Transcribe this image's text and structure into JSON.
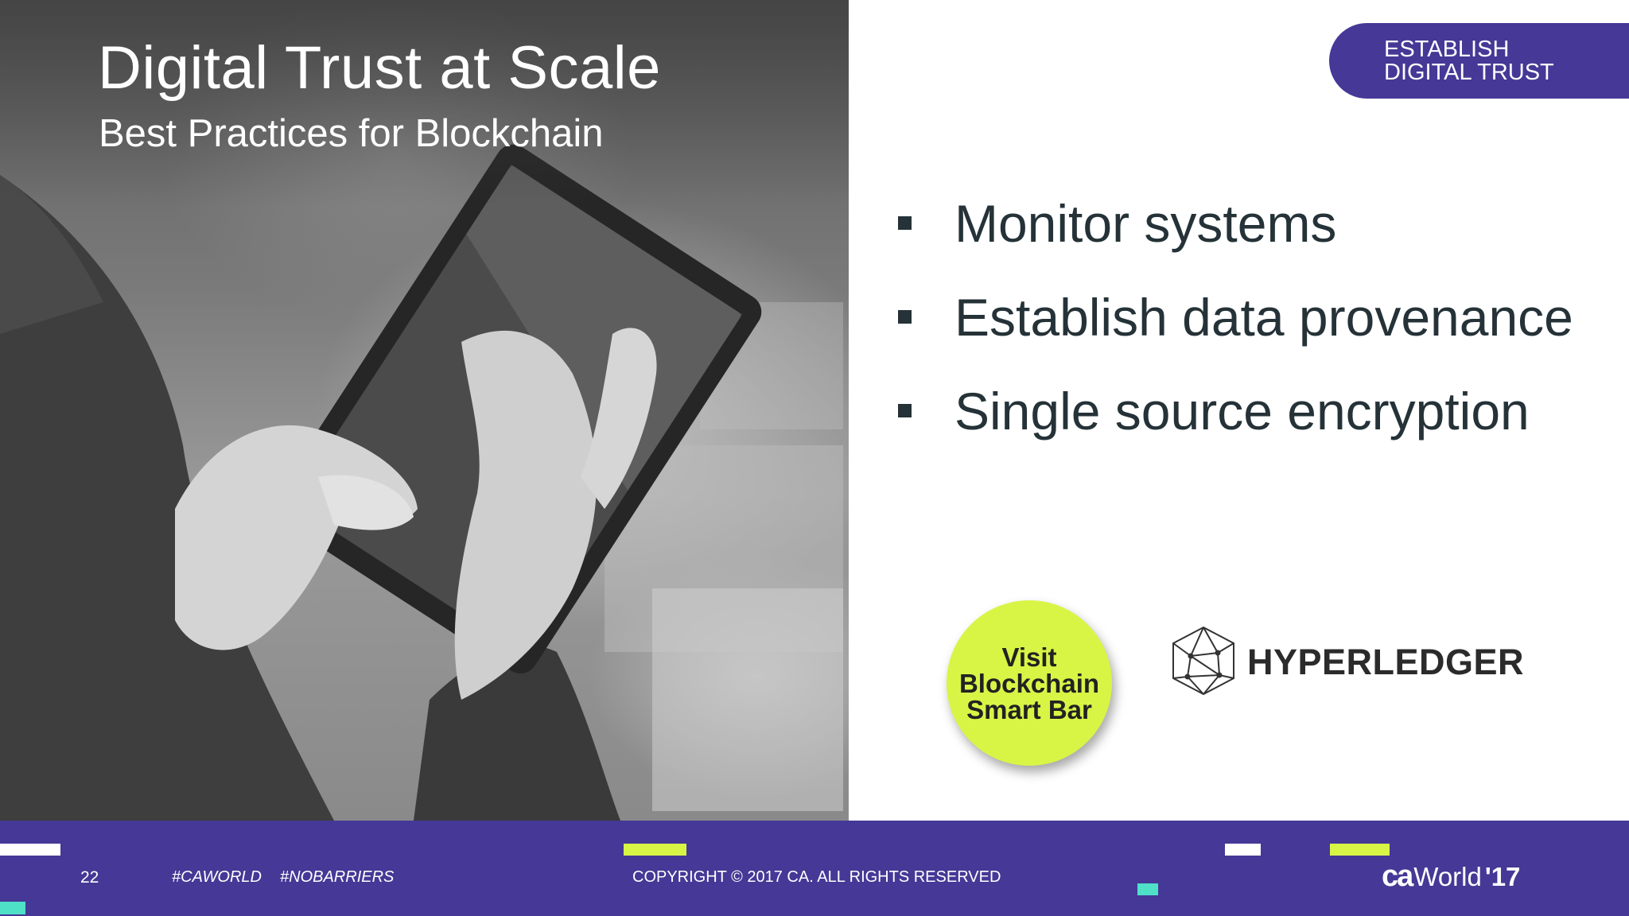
{
  "slide": {
    "title": "Digital Trust at Scale",
    "subtitle": "Best Practices for Blockchain"
  },
  "section_tag": {
    "line1": "ESTABLISH",
    "line2": "DIGITAL TRUST",
    "color": "#453896",
    "accent_color": "#2a86ee"
  },
  "bullets": [
    {
      "label": "Monitor systems"
    },
    {
      "label": "Establish data provenance"
    },
    {
      "label": "Single source encryption"
    }
  ],
  "badge": {
    "line1": "Visit",
    "line2": "Blockchain",
    "line3": "Smart Bar",
    "color": "#d8f546"
  },
  "partner_logo": {
    "name": "HYPERLEDGER",
    "icon": "hyperledger-hexagon-icon"
  },
  "footer": {
    "page_number": "22",
    "hashtags": [
      "#CAWORLD",
      "#NOBARRIERS"
    ],
    "copyright": "COPYRIGHT © 2017 CA. ALL RIGHTS RESERVED",
    "logo": {
      "brand": "ca",
      "event": "World",
      "year": "'17"
    },
    "background_color": "#453896",
    "accent_colors": [
      "#ffffff",
      "#d8f546",
      "#4fe0c8"
    ]
  },
  "photo": {
    "icon": "person-using-tablet-photo"
  }
}
